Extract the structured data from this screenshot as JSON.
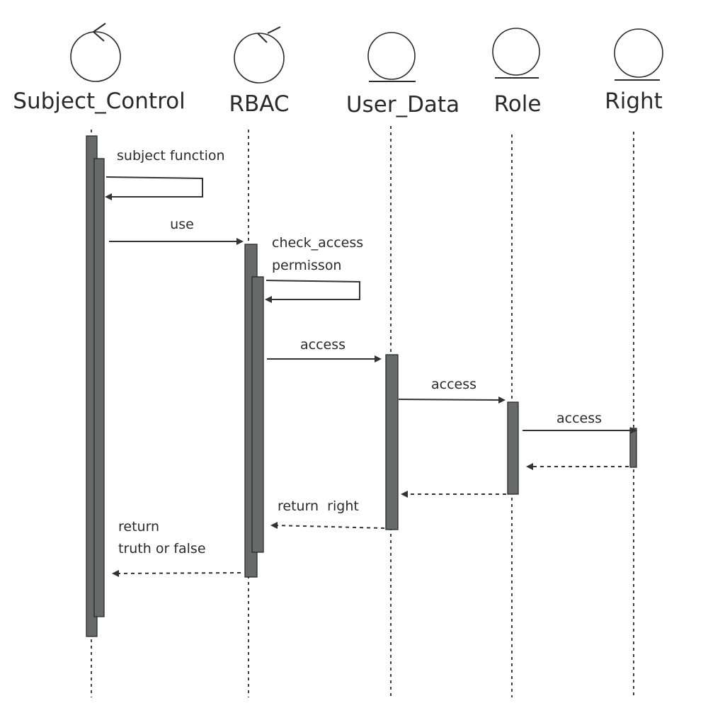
{
  "lifelines": [
    {
      "key": "subject_control",
      "label": "Subject_Control",
      "stereotype": "control"
    },
    {
      "key": "rbac",
      "label": "RBAC",
      "stereotype": "control"
    },
    {
      "key": "user_data",
      "label": "User_Data",
      "stereotype": "entity"
    },
    {
      "key": "role",
      "label": "Role",
      "stereotype": "entity"
    },
    {
      "key": "right",
      "label": "Right",
      "stereotype": "entity"
    }
  ],
  "messages": [
    {
      "key": "subject-function",
      "lines": [
        "subject function"
      ],
      "from": "subject_control",
      "to": "subject_control",
      "type": "self"
    },
    {
      "key": "use",
      "lines": [
        "use"
      ],
      "from": "subject_control",
      "to": "rbac",
      "type": "sync"
    },
    {
      "key": "check-access-permission",
      "lines": [
        "check_access",
        "permisson"
      ],
      "from": "rbac",
      "to": "rbac",
      "type": "self"
    },
    {
      "key": "access-user-data",
      "lines": [
        "access"
      ],
      "from": "rbac",
      "to": "user_data",
      "type": "sync"
    },
    {
      "key": "access-role",
      "lines": [
        "access"
      ],
      "from": "user_data",
      "to": "role",
      "type": "sync"
    },
    {
      "key": "access-right",
      "lines": [
        "access"
      ],
      "from": "role",
      "to": "right",
      "type": "sync"
    },
    {
      "key": "return-right-to-role",
      "lines": [],
      "from": "right",
      "to": "role",
      "type": "return"
    },
    {
      "key": "return-role-to-user-data",
      "lines": [],
      "from": "role",
      "to": "user_data",
      "type": "return"
    },
    {
      "key": "return-right",
      "lines": [
        "return  right"
      ],
      "from": "user_data",
      "to": "rbac",
      "type": "return"
    },
    {
      "key": "return-truth-or-false",
      "lines": [
        "return",
        "truth or false"
      ],
      "from": "rbac",
      "to": "subject_control",
      "type": "return"
    }
  ]
}
